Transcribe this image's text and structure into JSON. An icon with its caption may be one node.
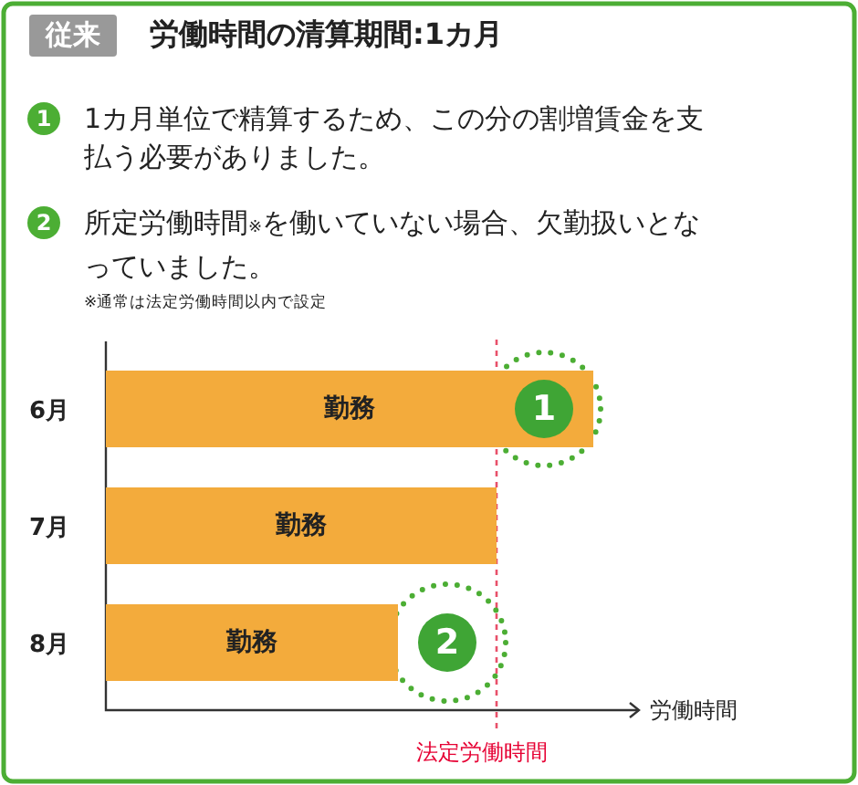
{
  "diagram": {
    "title": "労働時間の清算期間:1カ月",
    "nodes": [
      {
        "text": [
          "勤務"
        ]
      },
      {
        "text": [
          "勤務"
        ]
      },
      {
        "text": [
          "勤務"
        ]
      },
      {
        "text": [
          "1"
        ],
        "in": 0
      },
      {
        "text": [
          "2"
        ]
      }
    ],
    "labels": [
      "従来",
      "1",
      "1カ月単位で精算するため、この分の割増賃金を支払う必要がありました。",
      "2",
      "所定労働時間$_{※}$を働いていない場合、欠勤扱いとなっていました。",
      "※通常は法定労働時間以内で設定",
      "6月",
      "7月",
      "8月",
      "労働時間",
      "法定労働時間"
    ]
  }
}
